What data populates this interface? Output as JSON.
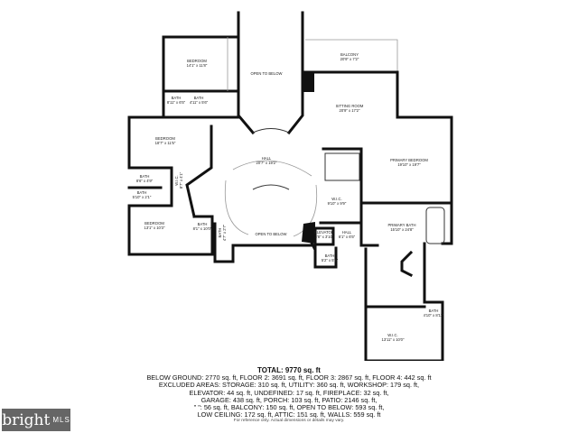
{
  "rooms": [
    {
      "name": "BEDROOM",
      "dims": "14'1\" x 11'8\""
    },
    {
      "name": "BATH",
      "dims": "8'11\" x 6'5\""
    },
    {
      "name": "BATH",
      "dims": "4'11\" x 5'6\""
    },
    {
      "name": "OPEN TO BELOW",
      "dims": ""
    },
    {
      "name": "BALCONY",
      "dims": "20'9\" x 7'2\""
    },
    {
      "name": "SITTING ROOM",
      "dims": "20'9\" x 17'2\""
    },
    {
      "name": "BEDROOM",
      "dims": "18'7\" x 11'5\""
    },
    {
      "name": "HALL",
      "dims": "20'7\" x 19'2\""
    },
    {
      "name": "PRIMARY BEDROOM",
      "dims": "19'10\" x 19'7\""
    },
    {
      "name": "BATH",
      "dims": "8'6\" x 4'9\""
    },
    {
      "name": "BATH",
      "dims": "5'10\" x 2'1\""
    },
    {
      "name": "W.I.C.",
      "dims": "8'7\" x 4'1\""
    },
    {
      "name": "W.I.C.",
      "dims": "9'10\" x 9'9\""
    },
    {
      "name": "BEDROOM",
      "dims": "13'1\" x 10'3\""
    },
    {
      "name": "BATH",
      "dims": "8'1\" x 10'0\""
    },
    {
      "name": "BATH",
      "dims": "4'7\" x 2'7\""
    },
    {
      "name": "OPEN TO BELOW",
      "dims": ""
    },
    {
      "name": "PRIMARY BATH",
      "dims": "15'10\" x 24'8\""
    },
    {
      "name": "ELEVATOR",
      "dims": "3'8\" x 3'10\""
    },
    {
      "name": "HALL",
      "dims": "6'1\" x 6'5\""
    },
    {
      "name": "BATH",
      "dims": "5'2\" x 5'5\""
    },
    {
      "name": "BATH",
      "dims": "4'10\" x 8'11\""
    },
    {
      "name": "W.I.C.",
      "dims": "13'11\" x 10'0\""
    }
  ],
  "summary": {
    "total": "TOTAL: 9770 sq. ft",
    "lines": [
      "BELOW GROUND: 2770 sq. ft, FLOOR 2: 3691 sq. ft, FLOOR 3: 2867 sq. ft, FLOOR 4: 442 sq. ft",
      "EXCLUDED AREAS: STORAGE: 310 sq. ft, UTILITY: 360 sq. ft, WORKSHOP: 179 sq. ft,",
      "ELEVATOR: 44 sq. ft, UNDEFINED: 17 sq. ft, FIREPLACE: 32 sq. ft,",
      "GARAGE: 438 sq. ft, PORCH: 103 sq. ft, PATIO: 2146 sq. ft,",
      "\" \": 56 sq. ft, BALCONY: 150 sq. ft, OPEN TO BELOW: 593 sq. ft,",
      "LOW CEILING: 172 sq. ft, ATTIC: 151 sq. ft, WALLS: 559 sq. ft"
    ],
    "disclaimer": "For reference only. Actual dimensions or details may vary."
  },
  "logo": {
    "brand": "bright",
    "suffix": "MLS",
    "bg_color": "#666666"
  }
}
